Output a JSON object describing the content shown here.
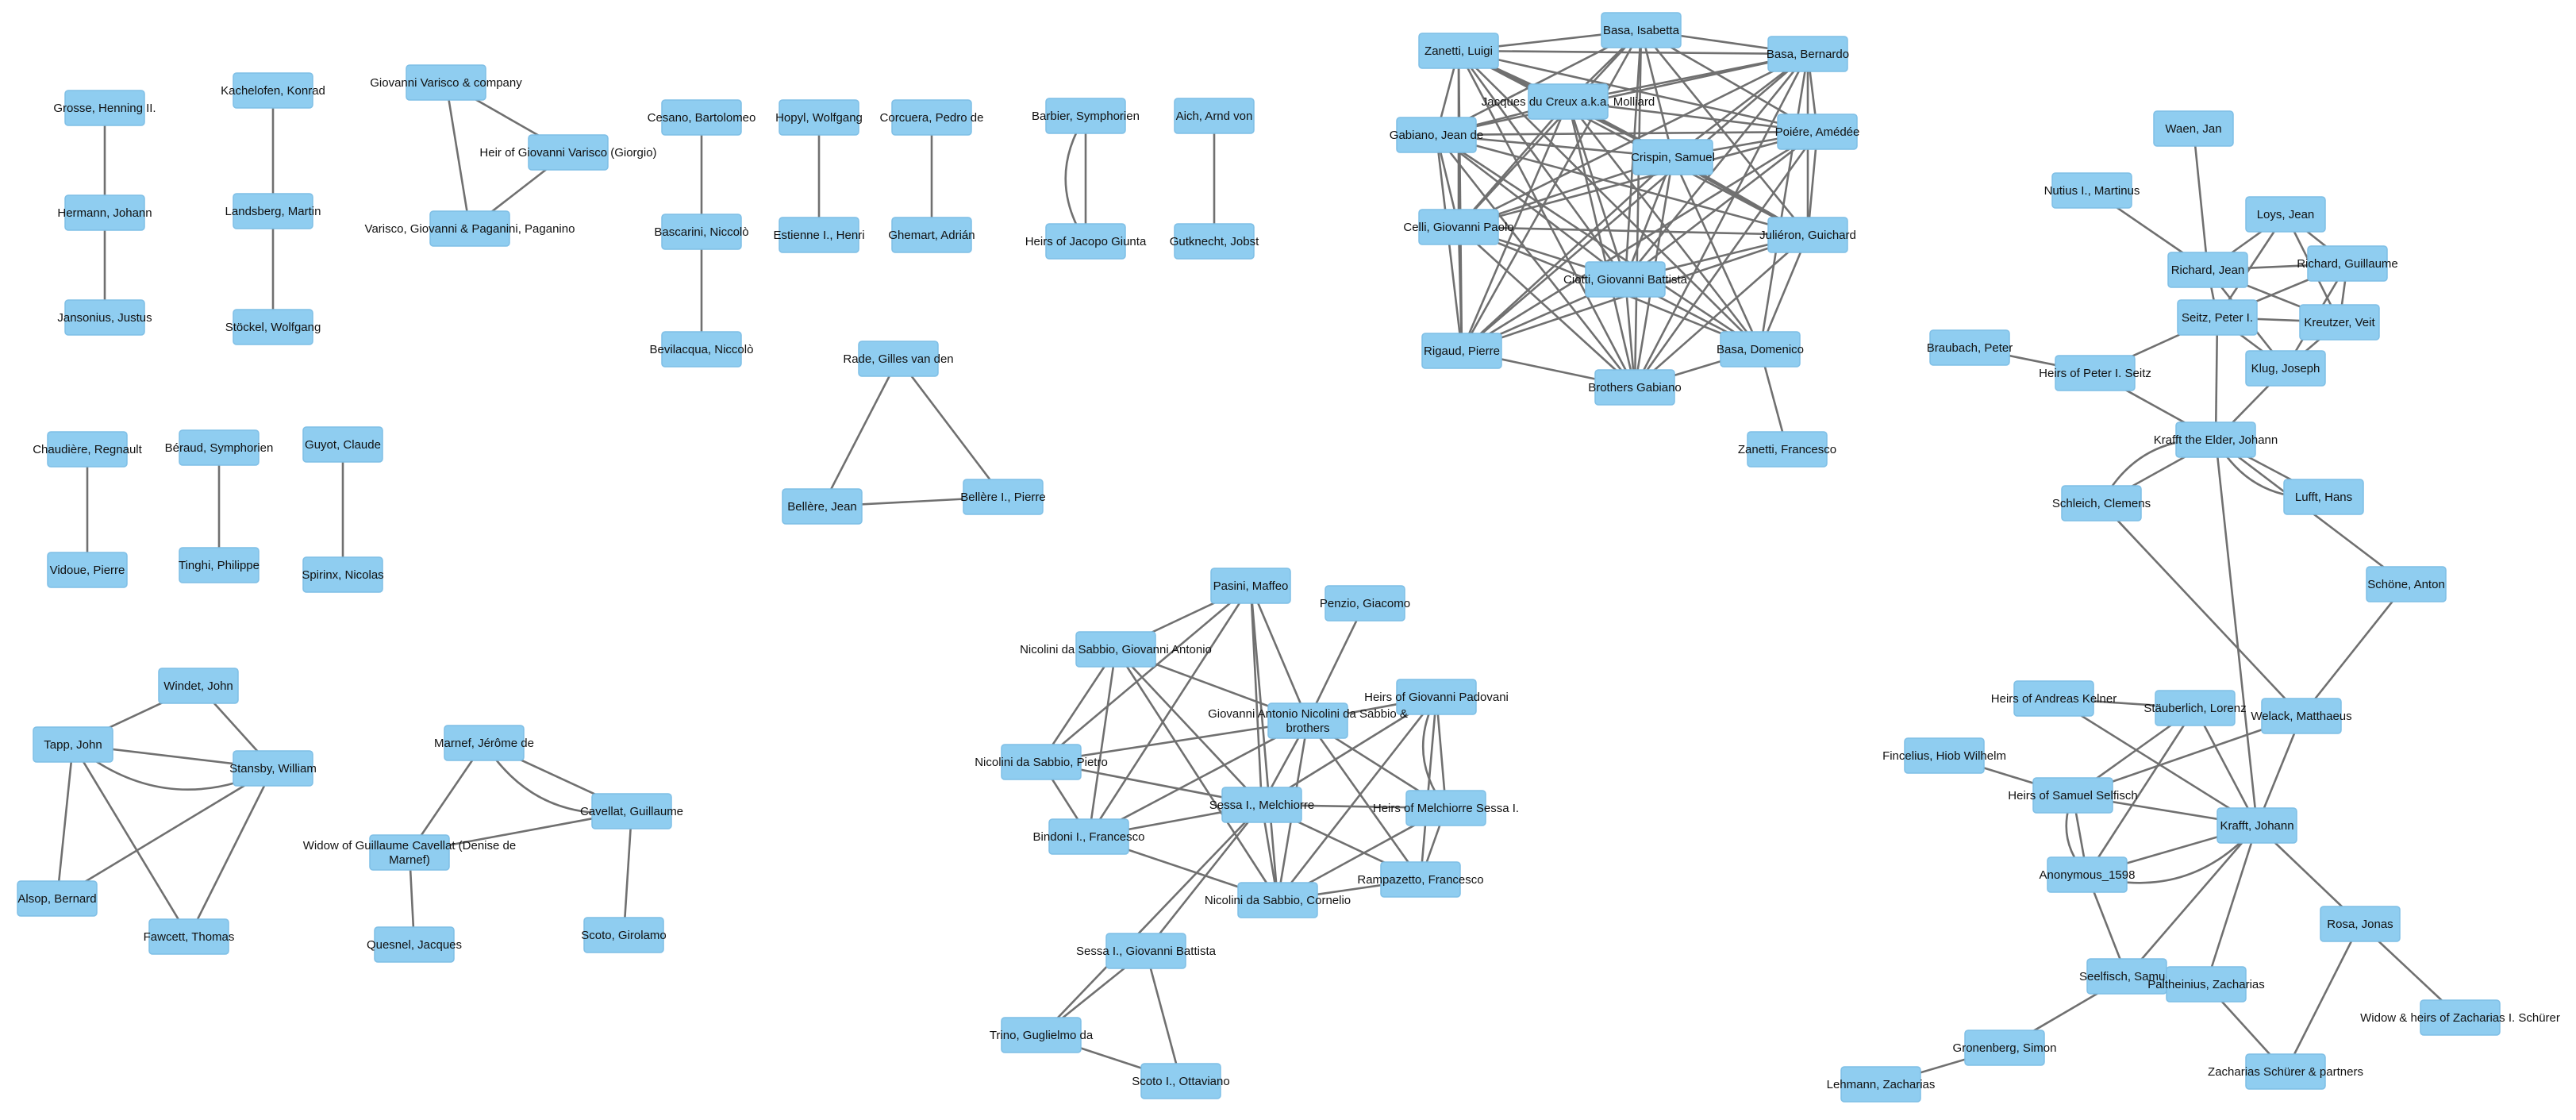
{
  "nodes": [
    {
      "id": "grosse",
      "label": "Grosse, Henning II."
    },
    {
      "id": "hermann",
      "label": "Hermann, Johann"
    },
    {
      "id": "jansonius",
      "label": "Jansonius, Justus"
    },
    {
      "id": "kachelofen",
      "label": "Kachelofen, Konrad"
    },
    {
      "id": "landsberg",
      "label": "Landsberg, Martin"
    },
    {
      "id": "stockel",
      "label": "Stöckel, Wolfgang"
    },
    {
      "id": "varisco_co",
      "label": "Giovanni Varisco & company"
    },
    {
      "id": "heir_varisco",
      "label": "Heir of Giovanni Varisco  (Giorgio)"
    },
    {
      "id": "varisco_pag",
      "label": "Varisco, Giovanni & Paganini, Paganino"
    },
    {
      "id": "cesano",
      "label": "Cesano, Bartolomeo"
    },
    {
      "id": "bascarini",
      "label": "Bascarini, Niccolò"
    },
    {
      "id": "bevilacqua",
      "label": "Bevilacqua, Niccolò"
    },
    {
      "id": "hopyl",
      "label": "Hopyl, Wolfgang"
    },
    {
      "id": "estienne",
      "label": "Estienne I., Henri"
    },
    {
      "id": "corcuera",
      "label": "Corcuera, Pedro de"
    },
    {
      "id": "ghemart",
      "label": "Ghemart, Adrián"
    },
    {
      "id": "barbier",
      "label": "Barbier, Symphorien"
    },
    {
      "id": "heirs_giunta",
      "label": "Heirs of Jacopo Giunta"
    },
    {
      "id": "aich",
      "label": "Aich, Arnd von"
    },
    {
      "id": "gutknecht",
      "label": "Gutknecht, Jobst"
    },
    {
      "id": "chaudiere",
      "label": "Chaudière, Regnault"
    },
    {
      "id": "vidoue",
      "label": "Vidoue, Pierre"
    },
    {
      "id": "beraud",
      "label": "Béraud, Symphorien"
    },
    {
      "id": "tinghi",
      "label": "Tinghi, Philippe"
    },
    {
      "id": "guyot",
      "label": "Guyot, Claude"
    },
    {
      "id": "spirinx",
      "label": "Spirinx, Nicolas"
    },
    {
      "id": "rade",
      "label": "Rade, Gilles van den"
    },
    {
      "id": "bellere_j",
      "label": "Bellère, Jean"
    },
    {
      "id": "bellere_p",
      "label": "Bellère I., Pierre"
    },
    {
      "id": "windet",
      "label": "Windet, John"
    },
    {
      "id": "tapp",
      "label": "Tapp, John"
    },
    {
      "id": "stansby",
      "label": "Stansby, William"
    },
    {
      "id": "alsop",
      "label": "Alsop, Bernard"
    },
    {
      "id": "fawcett",
      "label": "Fawcett, Thomas"
    },
    {
      "id": "marnef",
      "label": "Marnef, Jérôme de"
    },
    {
      "id": "cavellat_g",
      "label": "Cavellat, Guillaume"
    },
    {
      "id": "widow_cavellat",
      "label": "Widow of Guillaume Cavellat (Denise de\nMarnef)"
    },
    {
      "id": "quesnel",
      "label": "Quesnel, Jacques"
    },
    {
      "id": "scoto_g",
      "label": "Scoto, Girolamo"
    },
    {
      "id": "zanetti_l",
      "label": "Zanetti, Luigi"
    },
    {
      "id": "basa_i",
      "label": "Basa, Isabetta"
    },
    {
      "id": "basa_b",
      "label": "Basa, Bernardo"
    },
    {
      "id": "jacques",
      "label": "Jacques du Creux a.k.a. Molliard"
    },
    {
      "id": "gabiano_j",
      "label": "Gabiano, Jean de"
    },
    {
      "id": "poiere",
      "label": "Poiére, Amédée"
    },
    {
      "id": "crispin",
      "label": "Crispin, Samuel"
    },
    {
      "id": "celli",
      "label": "Celli, Giovanni Paolo"
    },
    {
      "id": "julieron",
      "label": "Juliéron, Guichard"
    },
    {
      "id": "ciotti",
      "label": "Ciotti, Giovanni Battista"
    },
    {
      "id": "rigaud",
      "label": "Rigaud, Pierre"
    },
    {
      "id": "basa_d",
      "label": "Basa, Domenico"
    },
    {
      "id": "brothers_gabiano",
      "label": "Brothers Gabiano"
    },
    {
      "id": "zanetti_f",
      "label": "Zanetti, Francesco"
    },
    {
      "id": "pasini",
      "label": "Pasini, Maffeo"
    },
    {
      "id": "penzio",
      "label": "Penzio, Giacomo"
    },
    {
      "id": "nicolini_ga",
      "label": "Nicolini da Sabbio, Giovanni Antonio"
    },
    {
      "id": "heirs_padovani",
      "label": "Heirs of Giovanni Padovani"
    },
    {
      "id": "gan_brothers",
      "label": "Giovanni Antonio Nicolini da Sabbio &\nbrothers"
    },
    {
      "id": "nicolini_p",
      "label": "Nicolini da Sabbio, Pietro"
    },
    {
      "id": "sessa_m",
      "label": "Sessa I., Melchiorre"
    },
    {
      "id": "heirs_sessa_m",
      "label": "Heirs of Melchiorre Sessa I."
    },
    {
      "id": "bindoni",
      "label": "Bindoni I., Francesco"
    },
    {
      "id": "rampazetto",
      "label": "Rampazetto, Francesco"
    },
    {
      "id": "nicolini_c",
      "label": "Nicolini da Sabbio, Cornelio"
    },
    {
      "id": "sessa_gb",
      "label": "Sessa I., Giovanni Battista"
    },
    {
      "id": "trino",
      "label": "Trino, Guglielmo da"
    },
    {
      "id": "scoto_o",
      "label": "Scoto I., Ottaviano"
    },
    {
      "id": "waen",
      "label": "Waen, Jan"
    },
    {
      "id": "nutius",
      "label": "Nutius I., Martinus"
    },
    {
      "id": "loys",
      "label": "Loys, Jean"
    },
    {
      "id": "richard_j",
      "label": "Richard, Jean"
    },
    {
      "id": "richard_g",
      "label": "Richard, Guillaume"
    },
    {
      "id": "seitz",
      "label": "Seitz, Peter I."
    },
    {
      "id": "kreutzer",
      "label": "Kreutzer, Veit"
    },
    {
      "id": "braubach",
      "label": "Braubach, Peter"
    },
    {
      "id": "heirs_seitz",
      "label": "Heirs of Peter I. Seitz"
    },
    {
      "id": "klug",
      "label": "Klug, Joseph"
    },
    {
      "id": "krafft_elder",
      "label": "Krafft the Elder, Johann"
    },
    {
      "id": "schleich",
      "label": "Schleich, Clemens"
    },
    {
      "id": "lufft",
      "label": "Lufft, Hans"
    },
    {
      "id": "schone",
      "label": "Schöne, Anton"
    },
    {
      "id": "heirs_kelner",
      "label": "Heirs of Andreas Kelner"
    },
    {
      "id": "stauberlich",
      "label": "Stäuberlich, Lorenz"
    },
    {
      "id": "welack",
      "label": "Welack, Matthaeus"
    },
    {
      "id": "fincelius",
      "label": "Fincelius, Hiob Wilhelm"
    },
    {
      "id": "heirs_selfisch",
      "label": "Heirs of Samuel Selfisch"
    },
    {
      "id": "krafft_j",
      "label": "Krafft, Johann"
    },
    {
      "id": "anonymous",
      "label": "Anonymous_1598"
    },
    {
      "id": "rosa",
      "label": "Rosa, Jonas"
    },
    {
      "id": "seelfisch",
      "label": "Seelfisch, Samuel"
    },
    {
      "id": "paltheinius",
      "label": "Paltheinius, Zacharias"
    },
    {
      "id": "widow_schurer",
      "label": "Widow & heirs of Zacharias I. Schürer"
    },
    {
      "id": "gronenberg",
      "label": "Gronenberg, Simon"
    },
    {
      "id": "lehmann",
      "label": "Lehmann, Zacharias"
    },
    {
      "id": "zacharias_schurer",
      "label": "Zacharias Schürer & partners"
    }
  ],
  "edges": [
    [
      "grosse",
      "hermann"
    ],
    [
      "hermann",
      "jansonius"
    ],
    [
      "kachelofen",
      "landsberg"
    ],
    [
      "landsberg",
      "stockel"
    ],
    [
      "varisco_co",
      "heir_varisco"
    ],
    [
      "varisco_co",
      "varisco_pag"
    ],
    [
      "heir_varisco",
      "varisco_pag"
    ],
    [
      "cesano",
      "bascarini"
    ],
    [
      "bascarini",
      "bevilacqua"
    ],
    [
      "hopyl",
      "estienne"
    ],
    [
      "corcuera",
      "ghemart"
    ],
    [
      "barbier",
      "heirs_giunta"
    ],
    [
      "barbier",
      "heirs_giunta"
    ],
    [
      "aich",
      "gutknecht"
    ],
    [
      "chaudiere",
      "vidoue"
    ],
    [
      "beraud",
      "tinghi"
    ],
    [
      "guyot",
      "spirinx"
    ],
    [
      "rade",
      "bellere_j"
    ],
    [
      "rade",
      "bellere_p"
    ],
    [
      "bellere_j",
      "bellere_p"
    ],
    [
      "windet",
      "tapp"
    ],
    [
      "windet",
      "stansby"
    ],
    [
      "tapp",
      "stansby"
    ],
    [
      "tapp",
      "stansby"
    ],
    [
      "tapp",
      "alsop"
    ],
    [
      "tapp",
      "fawcett"
    ],
    [
      "stansby",
      "alsop"
    ],
    [
      "stansby",
      "fawcett"
    ],
    [
      "marnef",
      "widow_cavellat"
    ],
    [
      "marnef",
      "cavellat_g"
    ],
    [
      "marnef",
      "cavellat_g"
    ],
    [
      "widow_cavellat",
      "cavellat_g"
    ],
    [
      "widow_cavellat",
      "quesnel"
    ],
    [
      "cavellat_g",
      "scoto_g"
    ],
    [
      "zanetti_l",
      "basa_i"
    ],
    [
      "zanetti_l",
      "basa_b"
    ],
    [
      "zanetti_l",
      "jacques"
    ],
    [
      "zanetti_l",
      "gabiano_j"
    ],
    [
      "zanetti_l",
      "crispin"
    ],
    [
      "zanetti_l",
      "celli"
    ],
    [
      "zanetti_l",
      "ciotti"
    ],
    [
      "zanetti_l",
      "rigaud"
    ],
    [
      "zanetti_l",
      "brothers_gabiano"
    ],
    [
      "zanetti_l",
      "julieron"
    ],
    [
      "zanetti_l",
      "poiere"
    ],
    [
      "zanetti_l",
      "basa_d"
    ],
    [
      "basa_i",
      "basa_b"
    ],
    [
      "basa_i",
      "jacques"
    ],
    [
      "basa_i",
      "gabiano_j"
    ],
    [
      "basa_i",
      "crispin"
    ],
    [
      "basa_i",
      "celli"
    ],
    [
      "basa_i",
      "ciotti"
    ],
    [
      "basa_i",
      "brothers_gabiano"
    ],
    [
      "basa_i",
      "poiere"
    ],
    [
      "basa_i",
      "julieron"
    ],
    [
      "basa_i",
      "rigaud"
    ],
    [
      "basa_b",
      "jacques"
    ],
    [
      "basa_b",
      "gabiano_j"
    ],
    [
      "basa_b",
      "crispin"
    ],
    [
      "basa_b",
      "celli"
    ],
    [
      "basa_b",
      "ciotti"
    ],
    [
      "basa_b",
      "brothers_gabiano"
    ],
    [
      "basa_b",
      "poiere"
    ],
    [
      "basa_b",
      "julieron"
    ],
    [
      "basa_b",
      "basa_d"
    ],
    [
      "basa_b",
      "rigaud"
    ],
    [
      "jacques",
      "gabiano_j"
    ],
    [
      "jacques",
      "crispin"
    ],
    [
      "jacques",
      "celli"
    ],
    [
      "jacques",
      "ciotti"
    ],
    [
      "jacques",
      "brothers_gabiano"
    ],
    [
      "jacques",
      "poiere"
    ],
    [
      "jacques",
      "julieron"
    ],
    [
      "jacques",
      "rigaud"
    ],
    [
      "jacques",
      "basa_d"
    ],
    [
      "gabiano_j",
      "crispin"
    ],
    [
      "gabiano_j",
      "celli"
    ],
    [
      "gabiano_j",
      "ciotti"
    ],
    [
      "gabiano_j",
      "brothers_gabiano"
    ],
    [
      "gabiano_j",
      "poiere"
    ],
    [
      "gabiano_j",
      "julieron"
    ],
    [
      "gabiano_j",
      "rigaud"
    ],
    [
      "gabiano_j",
      "basa_d"
    ],
    [
      "poiere",
      "crispin"
    ],
    [
      "poiere",
      "celli"
    ],
    [
      "poiere",
      "ciotti"
    ],
    [
      "poiere",
      "brothers_gabiano"
    ],
    [
      "poiere",
      "julieron"
    ],
    [
      "poiere",
      "rigaud"
    ],
    [
      "crispin",
      "celli"
    ],
    [
      "crispin",
      "ciotti"
    ],
    [
      "crispin",
      "brothers_gabiano"
    ],
    [
      "crispin",
      "julieron"
    ],
    [
      "crispin",
      "rigaud"
    ],
    [
      "crispin",
      "basa_d"
    ],
    [
      "celli",
      "ciotti"
    ],
    [
      "celli",
      "brothers_gabiano"
    ],
    [
      "celli",
      "julieron"
    ],
    [
      "celli",
      "rigaud"
    ],
    [
      "celli",
      "basa_d"
    ],
    [
      "julieron",
      "ciotti"
    ],
    [
      "julieron",
      "brothers_gabiano"
    ],
    [
      "julieron",
      "rigaud"
    ],
    [
      "julieron",
      "basa_d"
    ],
    [
      "ciotti",
      "brothers_gabiano"
    ],
    [
      "ciotti",
      "rigaud"
    ],
    [
      "ciotti",
      "basa_d"
    ],
    [
      "rigaud",
      "brothers_gabiano"
    ],
    [
      "basa_d",
      "brothers_gabiano"
    ],
    [
      "basa_d",
      "zanetti_f"
    ],
    [
      "pasini",
      "nicolini_ga"
    ],
    [
      "pasini",
      "gan_brothers"
    ],
    [
      "pasini",
      "sessa_m"
    ],
    [
      "pasini",
      "bindoni"
    ],
    [
      "pasini",
      "nicolini_p"
    ],
    [
      "pasini",
      "nicolini_c"
    ],
    [
      "penzio",
      "gan_brothers"
    ],
    [
      "nicolini_ga",
      "gan_brothers"
    ],
    [
      "nicolini_ga",
      "sessa_m"
    ],
    [
      "nicolini_ga",
      "bindoni"
    ],
    [
      "nicolini_ga",
      "nicolini_p"
    ],
    [
      "nicolini_ga",
      "nicolini_c"
    ],
    [
      "heirs_padovani",
      "gan_brothers"
    ],
    [
      "heirs_padovani",
      "sessa_m"
    ],
    [
      "heirs_padovani",
      "heirs_sessa_m"
    ],
    [
      "heirs_padovani",
      "rampazetto"
    ],
    [
      "heirs_padovani",
      "nicolini_c"
    ],
    [
      "heirs_padovani",
      "heirs_sessa_m"
    ],
    [
      "gan_brothers",
      "nicolini_p"
    ],
    [
      "gan_brothers",
      "sessa_m"
    ],
    [
      "gan_brothers",
      "bindoni"
    ],
    [
      "gan_brothers",
      "nicolini_c"
    ],
    [
      "gan_brothers",
      "rampazetto"
    ],
    [
      "gan_brothers",
      "heirs_sessa_m"
    ],
    [
      "nicolini_p",
      "sessa_m"
    ],
    [
      "nicolini_p",
      "bindoni"
    ],
    [
      "sessa_m",
      "bindoni"
    ],
    [
      "sessa_m",
      "rampazetto"
    ],
    [
      "sessa_m",
      "nicolini_c"
    ],
    [
      "sessa_m",
      "heirs_sessa_m"
    ],
    [
      "sessa_m",
      "sessa_gb"
    ],
    [
      "sessa_m",
      "trino"
    ],
    [
      "bindoni",
      "nicolini_c"
    ],
    [
      "heirs_sessa_m",
      "rampazetto"
    ],
    [
      "heirs_sessa_m",
      "nicolini_c"
    ],
    [
      "rampazetto",
      "nicolini_c"
    ],
    [
      "sessa_gb",
      "trino"
    ],
    [
      "sessa_gb",
      "scoto_o"
    ],
    [
      "trino",
      "scoto_o"
    ],
    [
      "waen",
      "richard_j"
    ],
    [
      "nutius",
      "richard_j"
    ],
    [
      "loys",
      "richard_j"
    ],
    [
      "loys",
      "richard_g"
    ],
    [
      "loys",
      "seitz"
    ],
    [
      "loys",
      "kreutzer"
    ],
    [
      "richard_j",
      "richard_g"
    ],
    [
      "richard_j",
      "seitz"
    ],
    [
      "richard_j",
      "kreutzer"
    ],
    [
      "richard_j",
      "klug"
    ],
    [
      "richard_g",
      "seitz"
    ],
    [
      "richard_g",
      "kreutzer"
    ],
    [
      "richard_g",
      "klug"
    ],
    [
      "seitz",
      "kreutzer"
    ],
    [
      "seitz",
      "klug"
    ],
    [
      "seitz",
      "heirs_seitz"
    ],
    [
      "seitz",
      "krafft_elder"
    ],
    [
      "braubach",
      "heirs_seitz"
    ],
    [
      "heirs_seitz",
      "krafft_elder"
    ],
    [
      "klug",
      "krafft_elder"
    ],
    [
      "kreutzer",
      "klug"
    ],
    [
      "krafft_elder",
      "schleich"
    ],
    [
      "krafft_elder",
      "schleich"
    ],
    [
      "krafft_elder",
      "lufft"
    ],
    [
      "krafft_elder",
      "lufft"
    ],
    [
      "krafft_elder",
      "schone"
    ],
    [
      "krafft_elder",
      "krafft_j"
    ],
    [
      "schleich",
      "welack"
    ],
    [
      "schone",
      "welack"
    ],
    [
      "heirs_kelner",
      "stauberlich"
    ],
    [
      "heirs_kelner",
      "krafft_j"
    ],
    [
      "stauberlich",
      "heirs_selfisch"
    ],
    [
      "stauberlich",
      "krafft_j"
    ],
    [
      "stauberlich",
      "anonymous"
    ],
    [
      "welack",
      "krafft_j"
    ],
    [
      "welack",
      "heirs_selfisch"
    ],
    [
      "fincelius",
      "heirs_selfisch"
    ],
    [
      "heirs_selfisch",
      "krafft_j"
    ],
    [
      "heirs_selfisch",
      "anonymous"
    ],
    [
      "heirs_selfisch",
      "anonymous"
    ],
    [
      "anonymous",
      "krafft_j"
    ],
    [
      "anonymous",
      "krafft_j"
    ],
    [
      "anonymous",
      "seelfisch"
    ],
    [
      "krafft_j",
      "seelfisch"
    ],
    [
      "krafft_j",
      "rosa"
    ],
    [
      "krafft_j",
      "paltheinius"
    ],
    [
      "rosa",
      "widow_schurer"
    ],
    [
      "rosa",
      "zacharias_schurer"
    ],
    [
      "paltheinius",
      "zacharias_schurer"
    ],
    [
      "seelfisch",
      "gronenberg"
    ],
    [
      "gronenberg",
      "lehmann"
    ]
  ]
}
